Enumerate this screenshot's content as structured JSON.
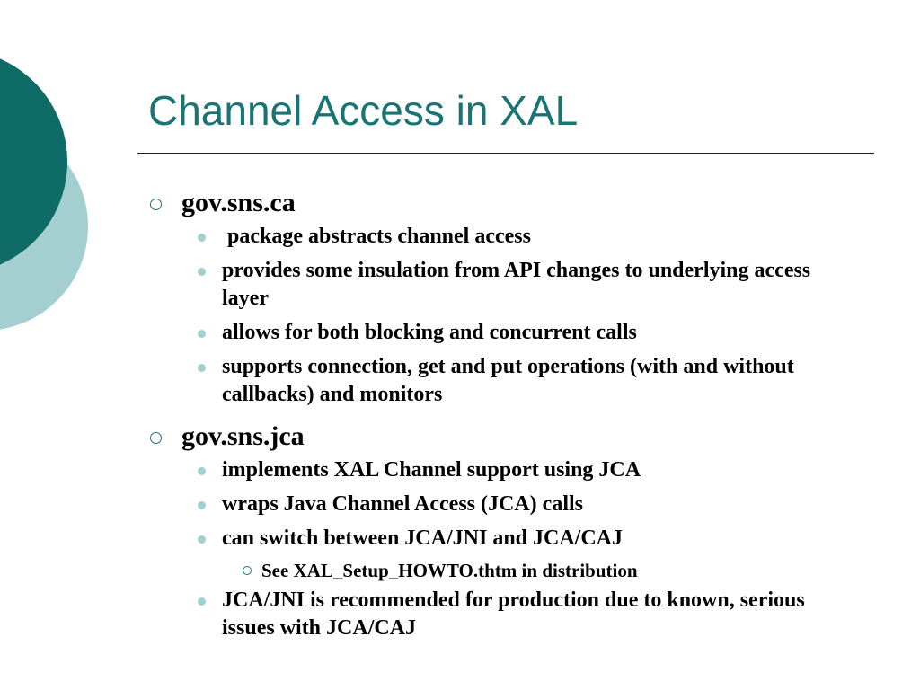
{
  "slide": {
    "title": "Channel Access in XAL",
    "colors": {
      "title": "#1b7474",
      "dark_circle": "#0f6b66",
      "light_circle": "#a3cfd1",
      "bullet_fill": "#a3cfd1"
    },
    "sections": [
      {
        "heading": "gov.sns.ca",
        "items": [
          {
            "text": " package abstracts channel access"
          },
          {
            "text": "provides some insulation from API changes to underlying access layer"
          },
          {
            "text": "allows for both blocking and concurrent calls"
          },
          {
            "text": "supports connection, get and put operations (with and without callbacks) and monitors"
          }
        ]
      },
      {
        "heading": "gov.sns.jca",
        "items": [
          {
            "text": "implements XAL Channel support using JCA"
          },
          {
            "text": "wraps Java Channel Access (JCA) calls"
          },
          {
            "text": "can switch between JCA/JNI and JCA/CAJ"
          },
          {
            "text": "See XAL_Setup_HOWTO.thtm in distribution"
          },
          {
            "text": "JCA/JNI is recommended for production due to known, serious issues with JCA/CAJ"
          }
        ]
      }
    ]
  }
}
